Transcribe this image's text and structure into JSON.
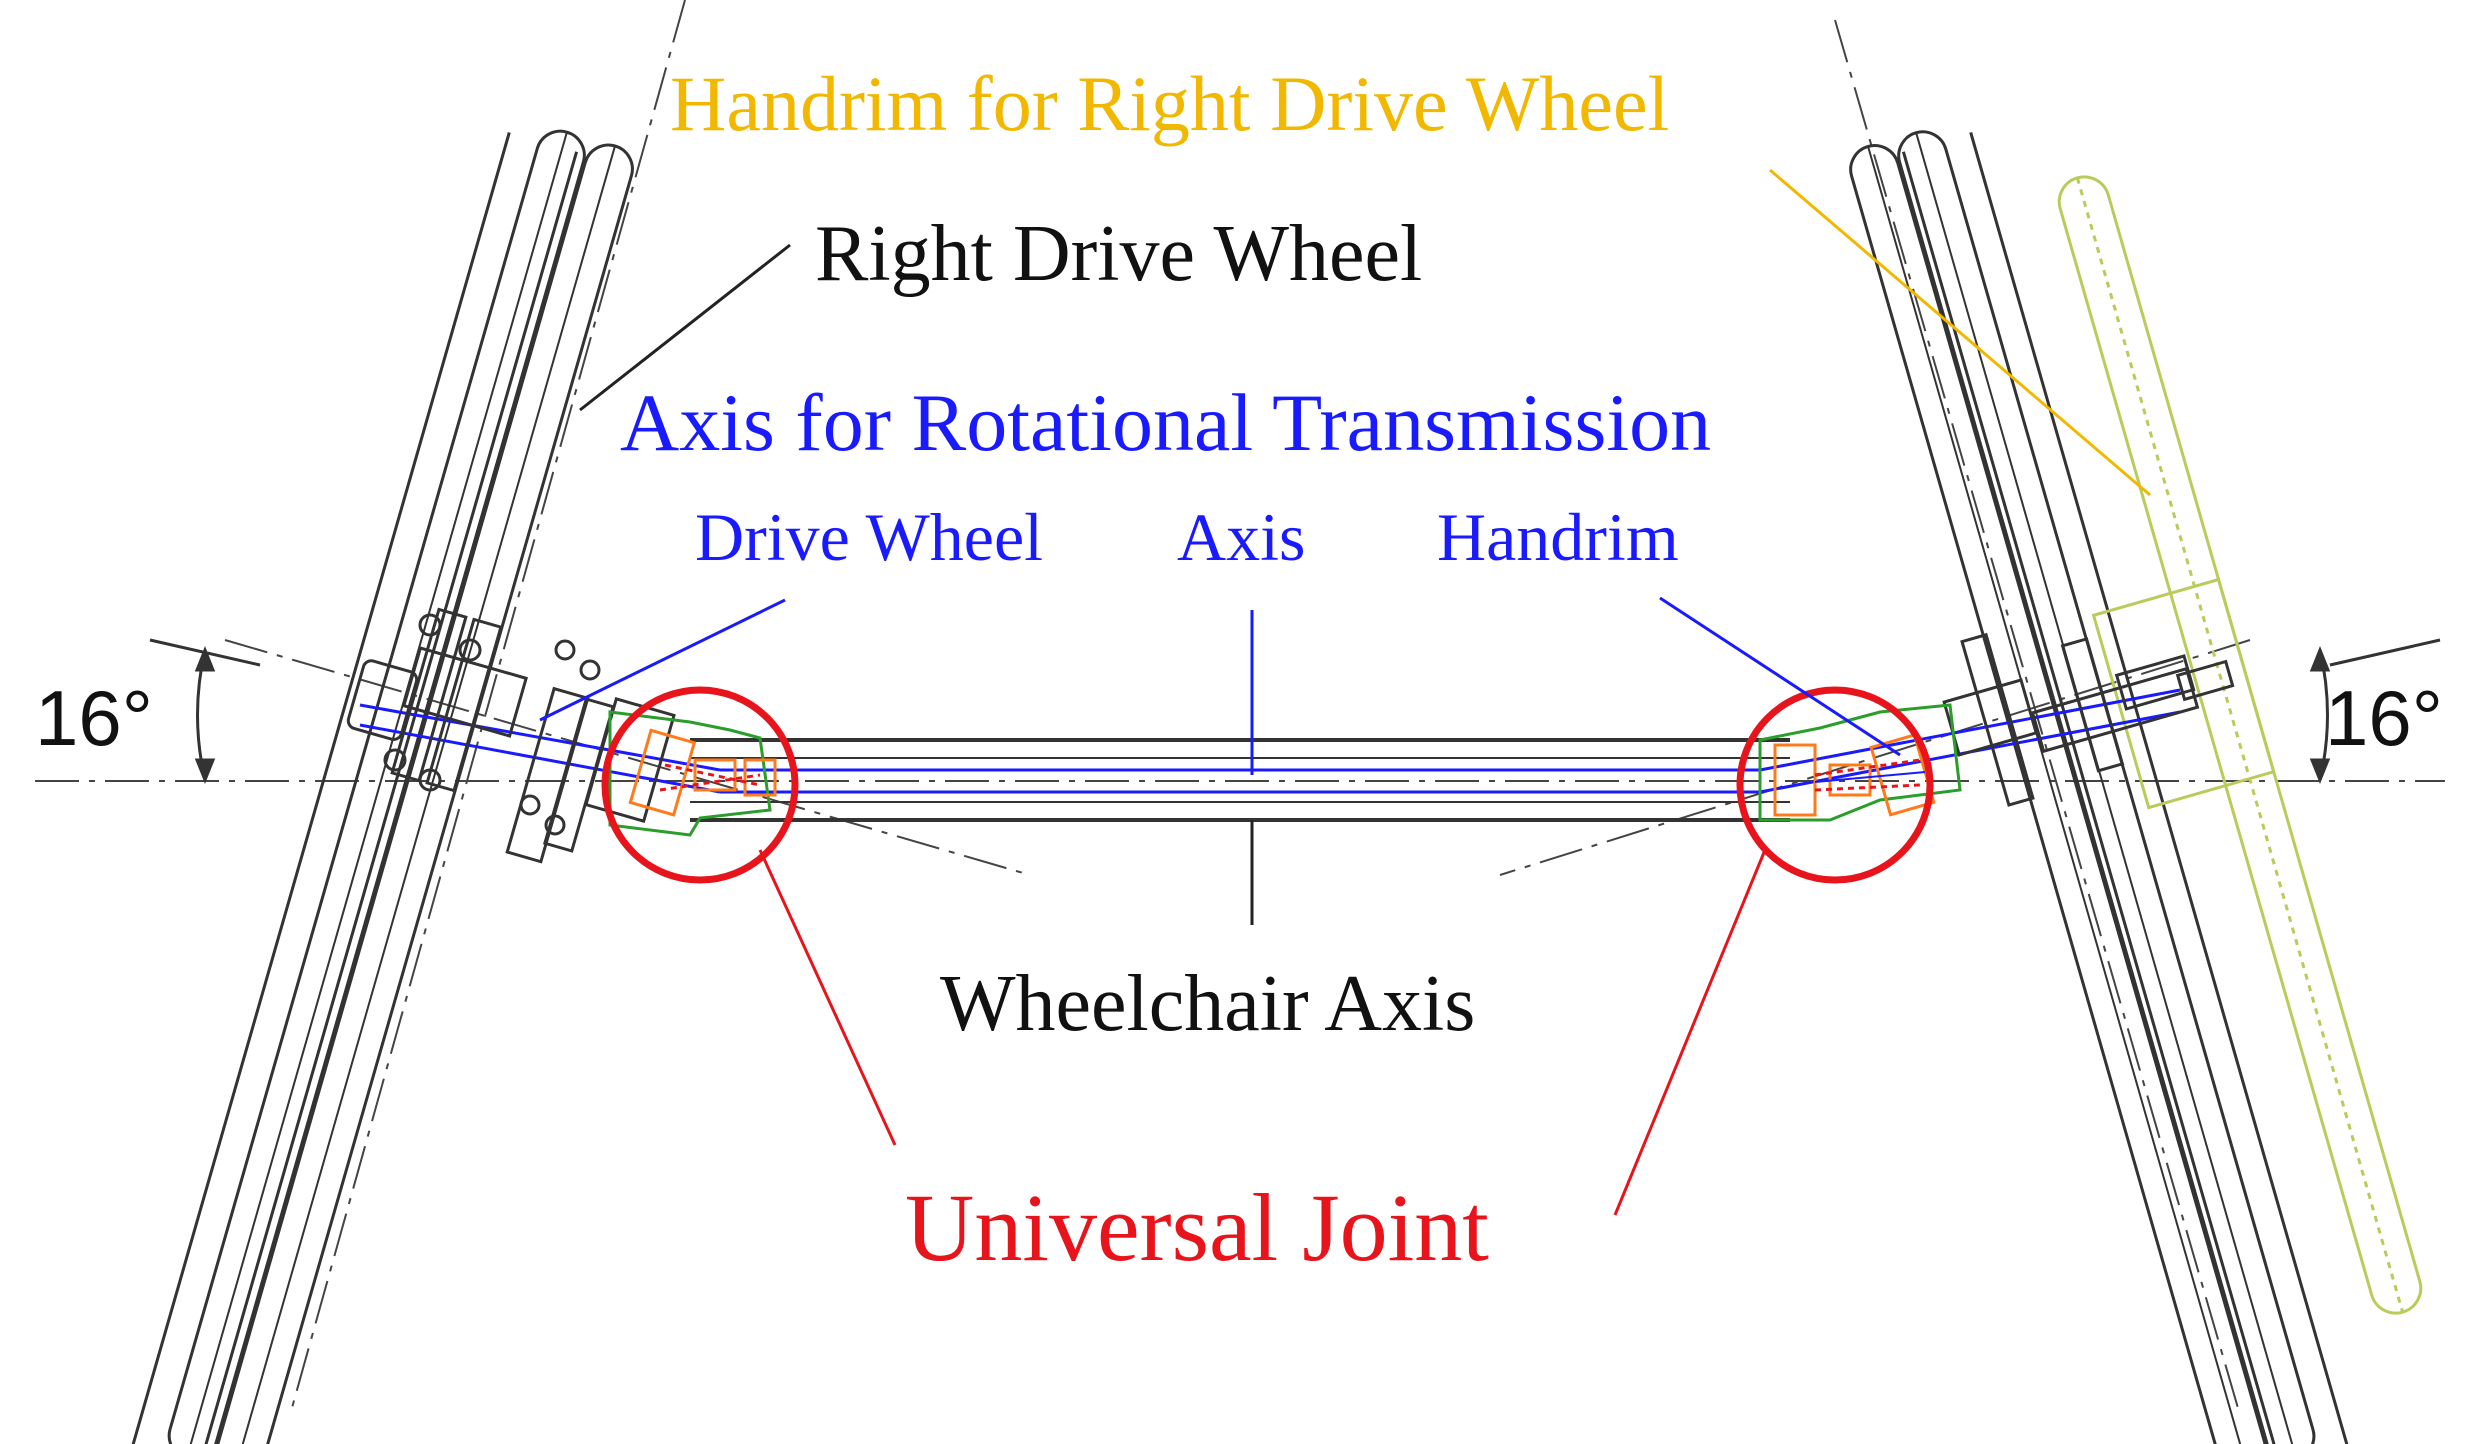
{
  "labels": {
    "handrim_right_drive_wheel": "Handrim for Right Drive Wheel",
    "right_drive_wheel": "Right Drive Wheel",
    "axis_rotational_transmission": "Axis for Rotational Transmission",
    "drive_wheel": "Drive Wheel",
    "axis": "Axis",
    "handrim": "Handrim",
    "wheelchair_axis": "Wheelchair Axis",
    "universal_joint": "Universal Joint",
    "angle_left": "16°",
    "angle_right": "16°"
  },
  "colors": {
    "outline": "#222222",
    "blue": "#1a1aff",
    "red": "#e8141c",
    "gold": "#f2b800",
    "green": "#2a9d2a",
    "orange": "#ff7a1a",
    "lime": "#b8cc5a"
  }
}
